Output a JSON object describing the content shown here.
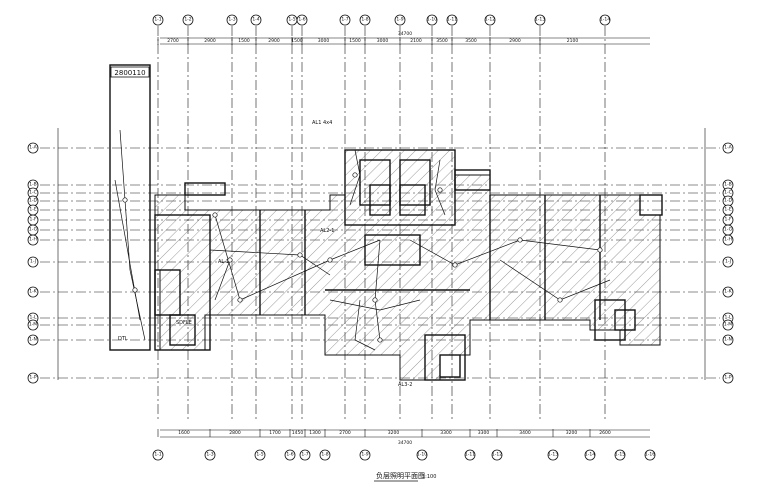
{
  "drawing": {
    "title": "负层照明平面图",
    "scale": "1:100"
  },
  "grid": {
    "top_axes": [
      "1-1",
      "1-2",
      "1-3",
      "1-4",
      "1-5",
      "1-6",
      "1-7",
      "1-8",
      "1-9",
      "1-10",
      "1-11",
      "1-12",
      "1-13",
      "1-14"
    ],
    "bottom_axes": [
      "1-1",
      "1-3",
      "1-5",
      "1-6",
      "1-7",
      "1-8",
      "1-9",
      "1-10",
      "1-11",
      "1-12",
      "1-13",
      "1-14",
      "1-15",
      "1-16"
    ],
    "left_axes": [
      "1-A",
      "1-B",
      "1-C",
      "1-D",
      "1-E",
      "1-F",
      "1-G",
      "1-H",
      "1-J",
      "1-K",
      "1-L",
      "1-M",
      "1-N",
      "1-P"
    ],
    "right_axes": [
      "1-A",
      "1-B",
      "1-C",
      "1-D",
      "1-E",
      "1-F",
      "1-G",
      "1-H",
      "1-J",
      "1-K",
      "1-L",
      "1-M",
      "1-N",
      "1-P"
    ],
    "top_dims": [
      "2700",
      "2900",
      "1500",
      "2900",
      "1500",
      "3000",
      "1500",
      "3000",
      "2100",
      "3500",
      "3500",
      "2900",
      "2100"
    ],
    "top_total": "34700",
    "bottom_dims": [
      "1600",
      "2800",
      "1700",
      "1450",
      "1300",
      "2700",
      "3200",
      "3300",
      "3300",
      "3400",
      "3200",
      "2600"
    ],
    "bottom_total": "34700"
  },
  "labels": {
    "panel_top": "AL1 4x4",
    "panel_left": "AL-1",
    "panel_mid": "AL2-1",
    "panel_bottom": "AL3-2",
    "equip_left": "DTL",
    "box_left": "SDFLE",
    "legend_code": "2800110"
  }
}
